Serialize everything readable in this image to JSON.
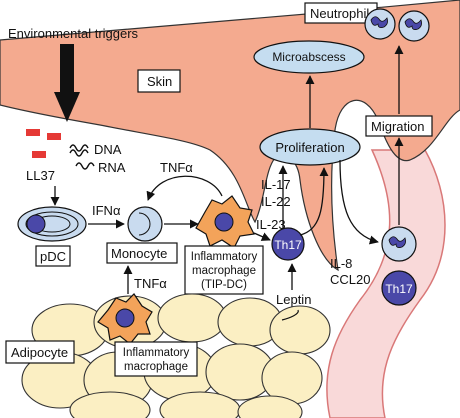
{
  "labels": {
    "environmental_triggers": "Environmental triggers",
    "skin": "Skin",
    "neutrophil": "Neutrophil",
    "microabscess": "Microabscess",
    "proliferation": "Proliferation",
    "migration": "Migration",
    "ll37": "LL37",
    "dna": "DNA",
    "rna": "RNA",
    "ifn_alpha": "IFNα",
    "pdc": "pDC",
    "monocyte": "Monocyte",
    "tnf_alpha_top": "TNFα",
    "tnf_alpha_bottom": "TNFα",
    "inflammatory_macrophage_line1": "Inflammatory",
    "inflammatory_macrophage_line2": "macrophage",
    "tip_dc_line1": "Inflammatory",
    "tip_dc_line2": "macrophage",
    "tip_dc_line3": "(TIP-DC)",
    "il17": "IL-17",
    "il22": "IL-22",
    "il23": "IL-23",
    "th17": "Th17",
    "th17_vessel": "Th17",
    "leptin": "Leptin",
    "il8": "IL-8",
    "ccl20": "CCL20",
    "adipocyte": "Adipocyte"
  },
  "colors": {
    "skin": "#f4aa8f",
    "ellipse_fill": "#c5ddf0",
    "nucleus": "#4a48a8",
    "cell_blue": "#c9dbef",
    "macrophage": "#f3a35a",
    "adipocyte": "#fbefc3",
    "vessel": "#f9d9d9",
    "vessel_stroke": "#d97878",
    "ll37": "#e53935"
  }
}
